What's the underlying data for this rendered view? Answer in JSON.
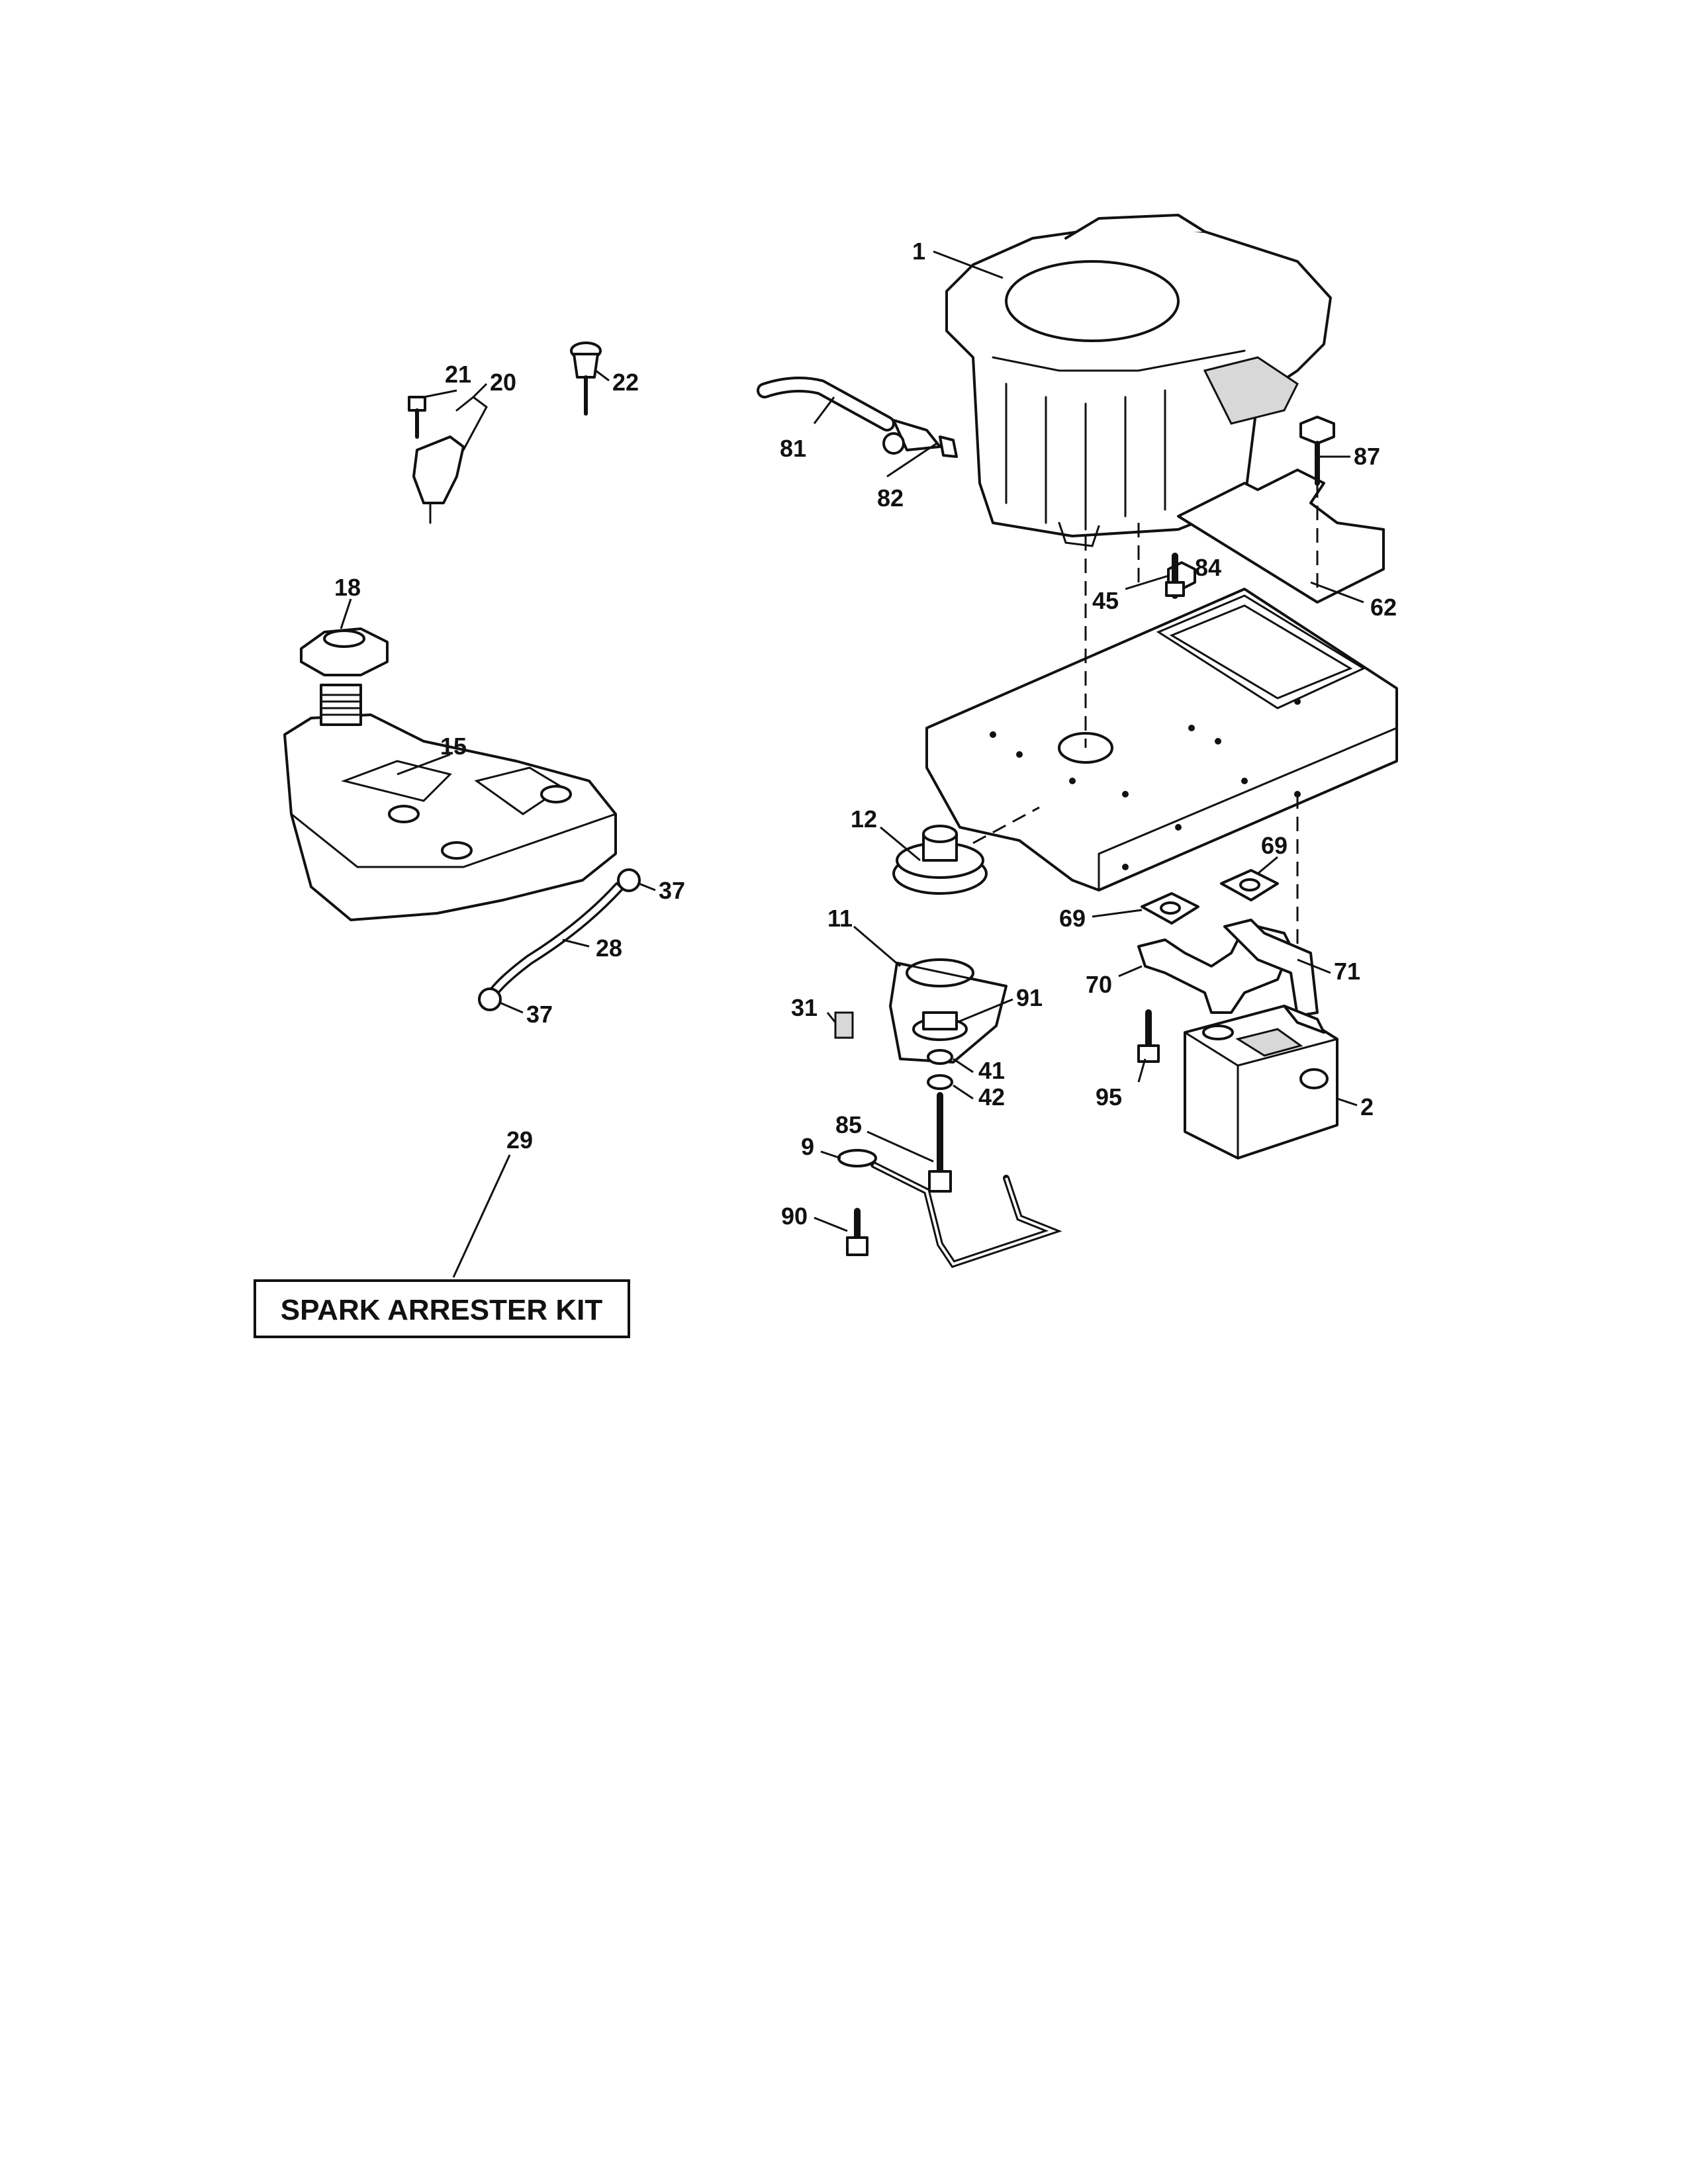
{
  "callouts": {
    "c1": "1",
    "c2": "2",
    "c9": "9",
    "c11": "11",
    "c12": "12",
    "c15": "15",
    "c18": "18",
    "c20": "20",
    "c21": "21",
    "c22": "22",
    "c28": "28",
    "c29": "29",
    "c31": "31",
    "c37a": "37",
    "c37b": "37",
    "c41": "41",
    "c42": "42",
    "c45": "45",
    "c62": "62",
    "c69a": "69",
    "c69b": "69",
    "c70": "70",
    "c71": "71",
    "c81": "81",
    "c82": "82",
    "c84": "84",
    "c85": "85",
    "c87": "87",
    "c90": "90",
    "c91": "91",
    "c95": "95"
  },
  "kit_label": "SPARK ARRESTER KIT"
}
